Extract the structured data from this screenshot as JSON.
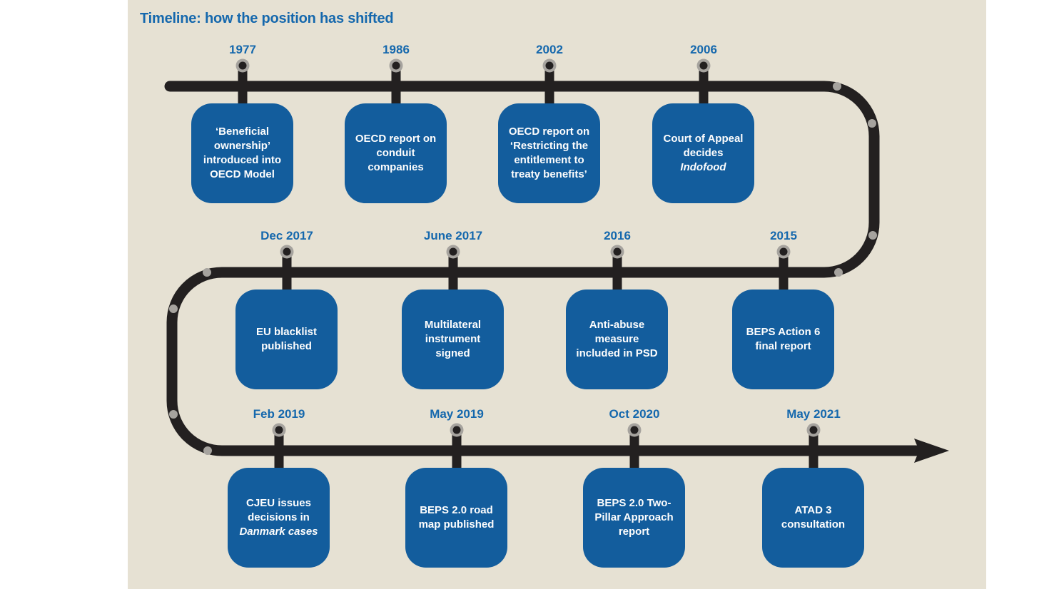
{
  "title": "Timeline: how the position has shifted",
  "colors": {
    "panel_beige": "#e6e1d3",
    "card_blue": "#135d9d",
    "heading_blue": "#1568ad",
    "line_dark": "#232020",
    "dot_gray": "#a6a39e",
    "card_text": "#ffffff"
  },
  "events": [
    {
      "date": "1977",
      "lines": [
        "‘Beneficial",
        "ownership’",
        "introduced into",
        "OECD Model"
      ]
    },
    {
      "date": "1986",
      "lines": [
        "OECD report on",
        "conduit",
        "companies"
      ]
    },
    {
      "date": "2002",
      "lines": [
        "OECD report on",
        "‘Restricting the",
        "entitlement to",
        "treaty benefits’"
      ]
    },
    {
      "date": "2006",
      "lines": [
        "Court of Appeal",
        "decides",
        "Indofood"
      ]
    },
    {
      "date": "Dec 2017",
      "lines": [
        "EU blacklist",
        "published"
      ]
    },
    {
      "date": "June 2017",
      "lines": [
        "Multilateral",
        "instrument",
        "signed"
      ]
    },
    {
      "date": "2016",
      "lines": [
        "Anti-abuse",
        "measure",
        "included in PSD"
      ]
    },
    {
      "date": "2015",
      "lines": [
        "BEPS Action 6",
        "final report"
      ]
    },
    {
      "date": "Feb 2019",
      "lines": [
        "CJEU issues",
        "decisions in",
        "Danmark cases"
      ]
    },
    {
      "date": "May 2019",
      "lines": [
        "BEPS 2.0 road",
        "map published"
      ]
    },
    {
      "date": "Oct 2020",
      "lines": [
        "BEPS 2.0 Two-",
        "Pillar Approach",
        "report"
      ]
    },
    {
      "date": "May 2021",
      "lines": [
        "ATAD 3",
        "consultation"
      ]
    }
  ]
}
